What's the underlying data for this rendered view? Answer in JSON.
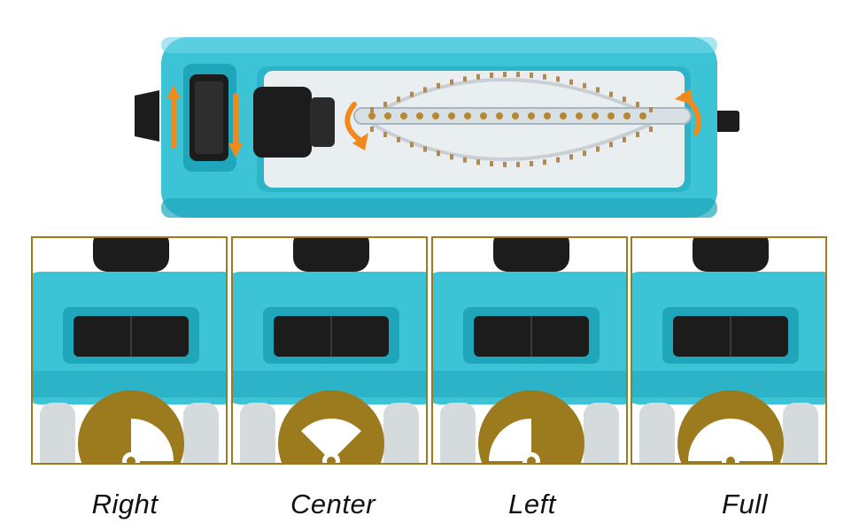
{
  "colors": {
    "housing": "#3cc3d6",
    "housing_dark": "#1fa6bb",
    "arrow": "#f08a1c",
    "badge": "#9c7a1e",
    "frame": "#9c7a1e",
    "knob": "#1c1c1c"
  },
  "modes": [
    {
      "label": "Right",
      "icon": "quarter-right-arc-icon"
    },
    {
      "label": "Center",
      "icon": "center-arc-icon"
    },
    {
      "label": "Left",
      "icon": "quarter-left-arc-icon"
    },
    {
      "label": "Full",
      "icon": "half-circle-arc-icon"
    }
  ]
}
